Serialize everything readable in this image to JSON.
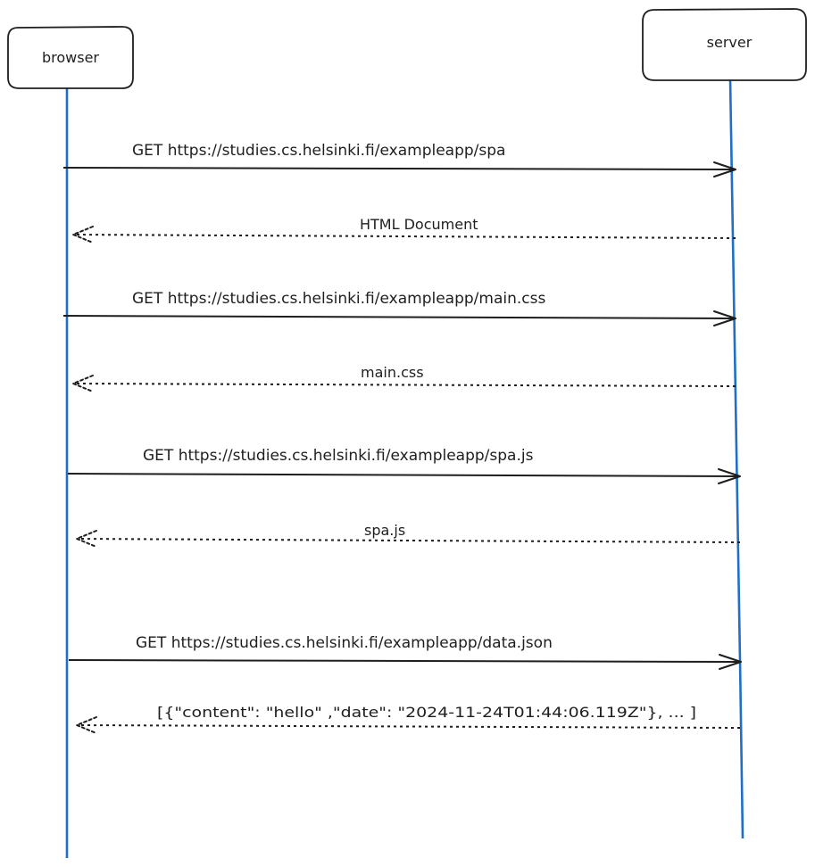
{
  "actors": {
    "browser": "browser",
    "server": "server"
  },
  "messages": [
    {
      "direction": "request",
      "label": "GET https://studies.cs.helsinki.fi/exampleapp/spa"
    },
    {
      "direction": "response",
      "label": "HTML Document"
    },
    {
      "direction": "request",
      "label": "GET https://studies.cs.helsinki.fi/exampleapp/main.css"
    },
    {
      "direction": "response",
      "label": "main.css"
    },
    {
      "direction": "request",
      "label": "GET https://studies.cs.helsinki.fi/exampleapp/spa.js"
    },
    {
      "direction": "response",
      "label": "spa.js"
    },
    {
      "direction": "request",
      "label": "GET https://studies.cs.helsinki.fi/exampleapp/data.json"
    },
    {
      "direction": "response",
      "label": "[{\"content\": \"hello\" ,\"date\": \"2024-11-24T01:44:06.119Z\"}, ... ]"
    }
  ],
  "colors": {
    "lifeline": "#1f6fc5",
    "stroke": "#1e1e1e"
  }
}
